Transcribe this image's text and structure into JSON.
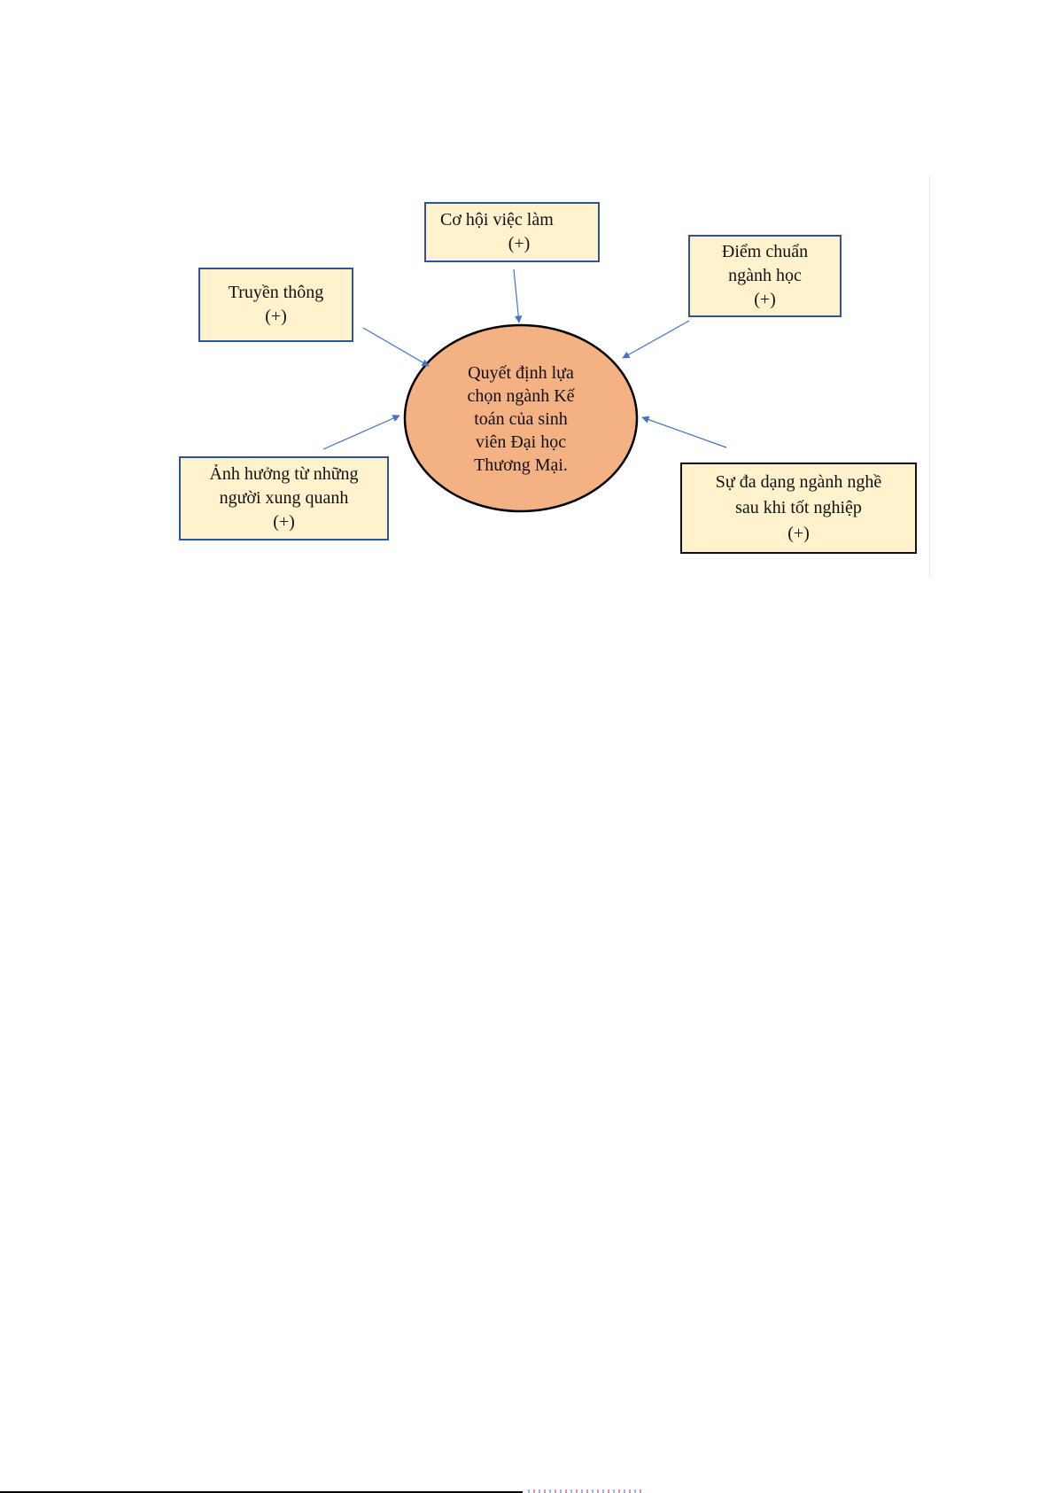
{
  "diagram": {
    "title": "Mô hình các yếu tố ảnh hưởng đến quyết định lựa chọn ngành Kế toán",
    "center": {
      "lines": [
        "Quyết định lựa",
        "chọn ngành Kế",
        "toán của sinh",
        "viên Đại học",
        "Thương Mại."
      ],
      "fill": "#f4b183",
      "stroke": "#000000"
    },
    "factors": [
      {
        "id": "co-hoi-viec-lam",
        "lines": [
          "Cơ hội việc làm",
          "(+)"
        ],
        "border": "#2f5597"
      },
      {
        "id": "truyen-thong",
        "lines": [
          "Truyền thông",
          "(+)"
        ],
        "border": "#2f5597"
      },
      {
        "id": "diem-chuan",
        "lines": [
          "Điểm chuẩn",
          "ngành học",
          "(+)"
        ],
        "border": "#2f5597"
      },
      {
        "id": "anh-huong",
        "lines": [
          "Ảnh hưởng từ những",
          "người xung quanh",
          "(+)"
        ],
        "border": "#2f5597"
      },
      {
        "id": "su-da-dang",
        "lines": [
          "Sự đa dạng ngành nghề",
          "sau khi tốt nghiệp",
          "(+)"
        ],
        "border": "#111111"
      }
    ],
    "box_fill": "#fff2cc",
    "arrow_color": "#4472c4",
    "relations": [
      {
        "from": "co-hoi-viec-lam",
        "to": "center",
        "sign": "+"
      },
      {
        "from": "truyen-thong",
        "to": "center",
        "sign": "+"
      },
      {
        "from": "diem-chuan",
        "to": "center",
        "sign": "+"
      },
      {
        "from": "anh-huong",
        "to": "center",
        "sign": "+"
      },
      {
        "from": "su-da-dang",
        "to": "center",
        "sign": "+"
      }
    ]
  }
}
